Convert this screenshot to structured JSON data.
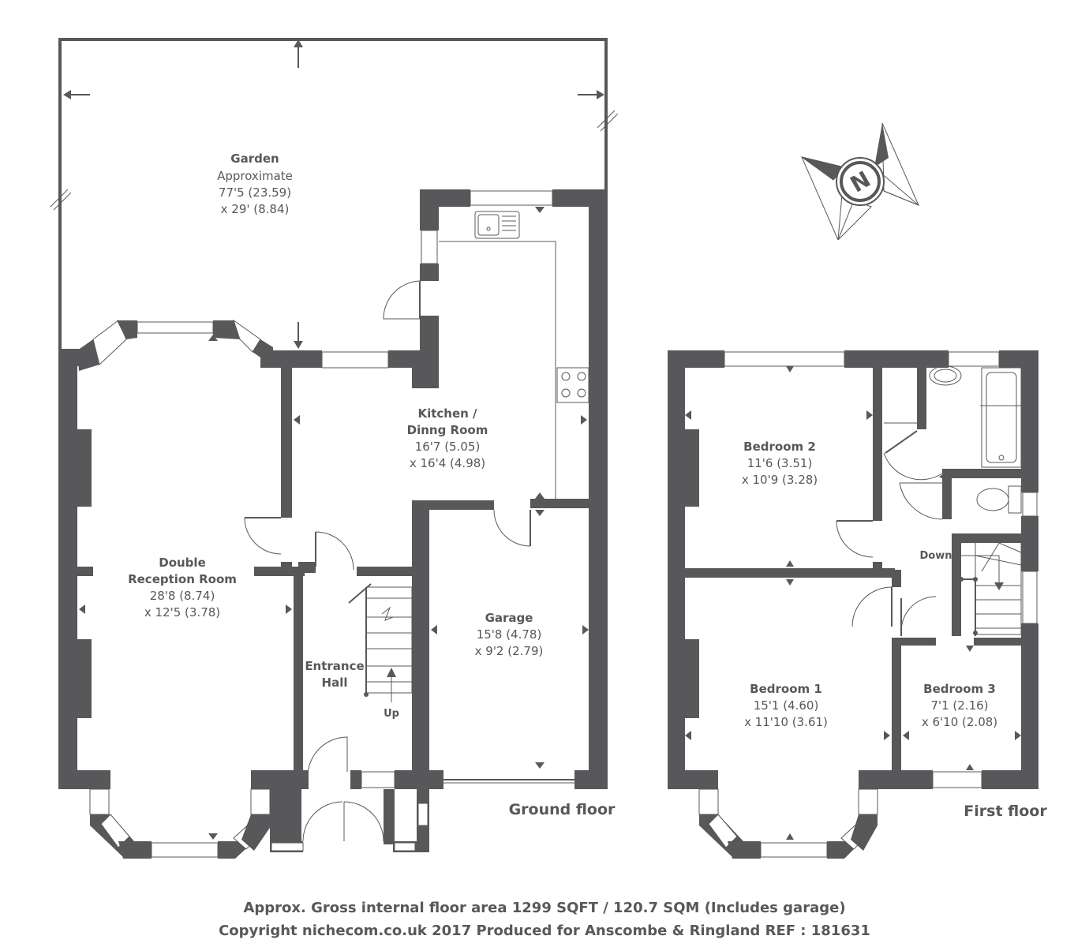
{
  "ground_floor": {
    "label": "Ground floor",
    "rooms": {
      "garden": {
        "name": "Garden",
        "lines": [
          "Approximate",
          "77'5 (23.59)",
          "x 29' (8.84)"
        ]
      },
      "kitchen": {
        "name_lines": [
          "Kitchen /",
          "Dinng Room"
        ],
        "lines": [
          "16'7 (5.05)",
          "x 16'4 (4.98)"
        ]
      },
      "reception": {
        "name_lines": [
          "Double",
          "Reception Room"
        ],
        "lines": [
          "28'8 (8.74)",
          "x 12'5 (3.78)"
        ]
      },
      "garage": {
        "name": "Garage",
        "lines": [
          "15'8 (4.78)",
          "x 9'2 (2.79)"
        ]
      },
      "entrance": {
        "name_lines": [
          "Entrance",
          "Hall"
        ]
      }
    },
    "stairs_label": "Up"
  },
  "first_floor": {
    "label": "First floor",
    "rooms": {
      "bedroom2": {
        "name": "Bedroom 2",
        "lines": [
          "11'6 (3.51)",
          "x 10'9 (3.28)"
        ]
      },
      "bedroom1": {
        "name": "Bedroom 1",
        "lines": [
          "15'1 (4.60)",
          "x 11'10 (3.61)"
        ]
      },
      "bedroom3": {
        "name": "Bedroom 3",
        "lines": [
          "7'1 (2.16)",
          "x 6'10 (2.08)"
        ]
      }
    },
    "stairs_label": "Down"
  },
  "compass_letter": "N",
  "footer": {
    "line1": "Approx. Gross internal floor area 1299 SQFT / 120.7 SQM (Includes garage)",
    "line2": "Copyright nichecom.co.uk 2017 Produced for Anscombe & Ringland REF : 181631"
  },
  "colors": {
    "wall": "#58585a",
    "background": "#ffffff"
  }
}
